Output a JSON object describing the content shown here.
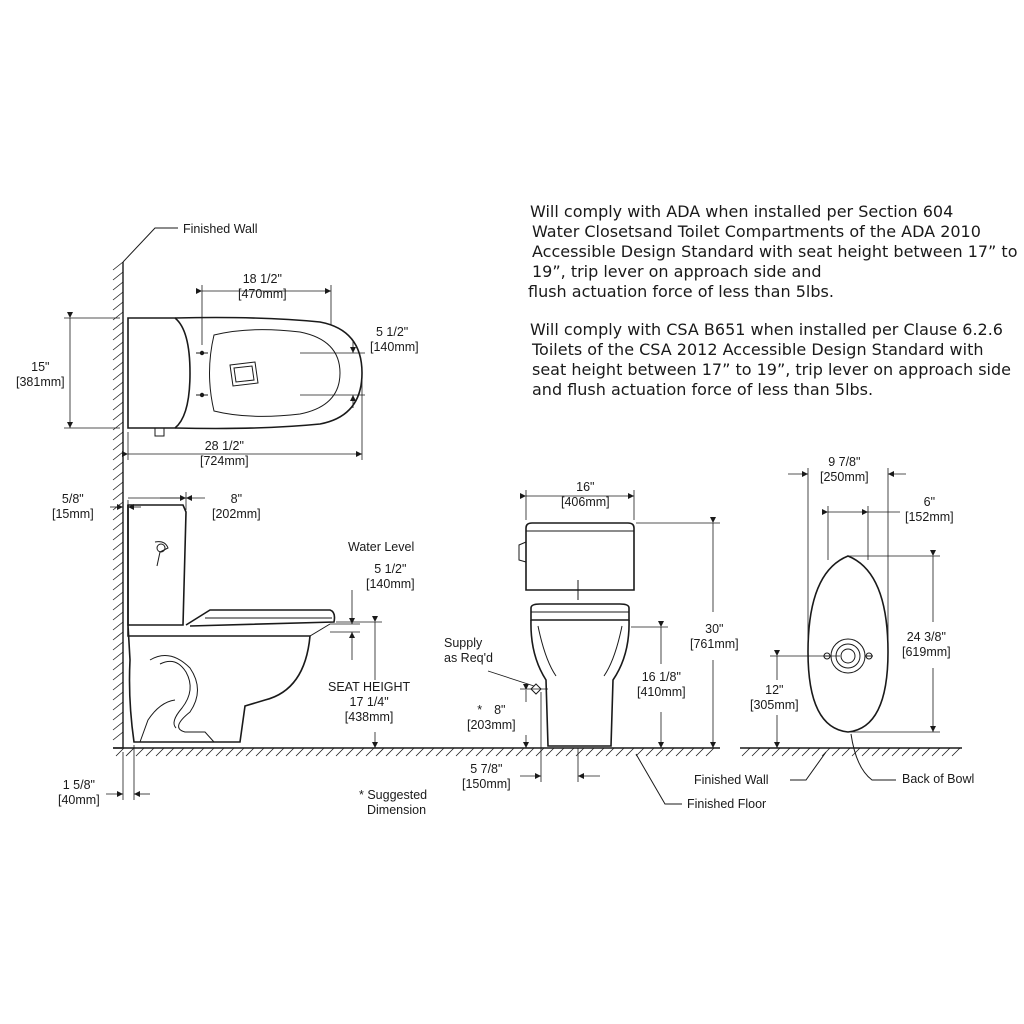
{
  "notes": {
    "ada": [
      "Will comply with ADA when installed per Section 604",
      "Water Closetsand Toilet Compartments of the ADA 2010",
      "Accessible Design Standard with seat height between 17” to",
      "19”, trip lever on approach side and",
      "flush actuation force of less than 5lbs."
    ],
    "csa": [
      "Will comply with CSA B651 when installed per Clause 6.2.6",
      "Toilets of the CSA 2012 Accessible Design Standard with",
      "seat height between 17” to 19”, trip lever on approach side",
      "and flush actuation force of less than 5lbs."
    ]
  },
  "labels": {
    "finished_wall_top": "Finished Wall",
    "finished_wall_right": "Finished Wall",
    "finished_floor": "Finished Floor",
    "back_of_bowl": "Back of Bowl",
    "water_level": "Water Level",
    "seat_height": "SEAT HEIGHT",
    "supply": [
      "Supply",
      "as Req'd"
    ],
    "suggested": [
      "* Suggested",
      "Dimension"
    ],
    "asterisk": "*"
  },
  "dimensions": {
    "top_length_a": [
      "18 1/2\"",
      "[470mm]"
    ],
    "top_bolt_spacing": [
      "5 1/2\"",
      "[140mm]"
    ],
    "top_depth": [
      "15\"",
      "[381mm]"
    ],
    "top_overall": [
      "28 1/2\"",
      "[724mm]"
    ],
    "wall_gap_top": [
      "5/8\"",
      "[15mm]"
    ],
    "tank_depth": [
      "8\"",
      "[202mm]"
    ],
    "water_level": [
      "5 1/2\"",
      "[140mm]"
    ],
    "seat_height": [
      "17 1/4\"",
      "[438mm]"
    ],
    "wall_gap_bottom": [
      "1 5/8\"",
      "[40mm]"
    ],
    "front_width": [
      "16\"",
      "[406mm]"
    ],
    "front_height": [
      "30\"",
      "[761mm]"
    ],
    "rim_height": [
      "16 1/8\"",
      "[410mm]"
    ],
    "supply_height": [
      "8\"",
      "[203mm]"
    ],
    "supply_offset": [
      "5 7/8\"",
      "[150mm]"
    ],
    "base_width": [
      "9 7/8\"",
      "[250mm]"
    ],
    "base_inner": [
      "6\"",
      "[152mm]"
    ],
    "base_length": [
      "24 3/8\"",
      "[619mm]"
    ],
    "rough_in": [
      "12\"",
      "[305mm]"
    ]
  }
}
